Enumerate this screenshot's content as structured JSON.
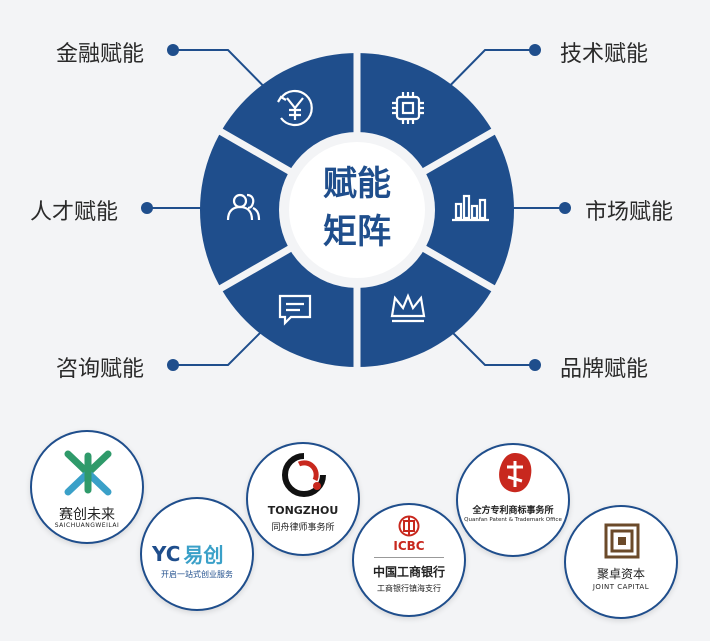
{
  "center": {
    "line1": "赋能",
    "line2": "矩阵"
  },
  "segments": [
    {
      "label": "金融赋能",
      "icon": "yen-coin-icon"
    },
    {
      "label": "技术赋能",
      "icon": "chip-icon"
    },
    {
      "label": "人才赋能",
      "icon": "people-icon"
    },
    {
      "label": "市场赋能",
      "icon": "bar-chart-icon"
    },
    {
      "label": "咨询赋能",
      "icon": "chat-bubble-icon"
    },
    {
      "label": "品牌赋能",
      "icon": "crown-icon"
    }
  ],
  "partners": [
    {
      "name": "赛创未来",
      "sub": "SAICHUANGWEILAI"
    },
    {
      "name": "易创",
      "logo_text": "YC",
      "sub": "开启一站式创业服务"
    },
    {
      "name": "TONGZHOU",
      "sub": "同舟律师事务所"
    },
    {
      "name": "中国工商银行",
      "logo_text": "ICBC",
      "sub": "工商银行镇海支行"
    },
    {
      "name": "全方专利商标事务所",
      "sub": "Quanfan Patent & Trademark Office"
    },
    {
      "name": "聚卓资本",
      "sub": "JOINT CAPITAL"
    }
  ],
  "colors": {
    "primary": "#1f4e8c",
    "background": "#f3f4f6",
    "accent_red": "#c8281e",
    "accent_green": "#2f9a6a"
  }
}
